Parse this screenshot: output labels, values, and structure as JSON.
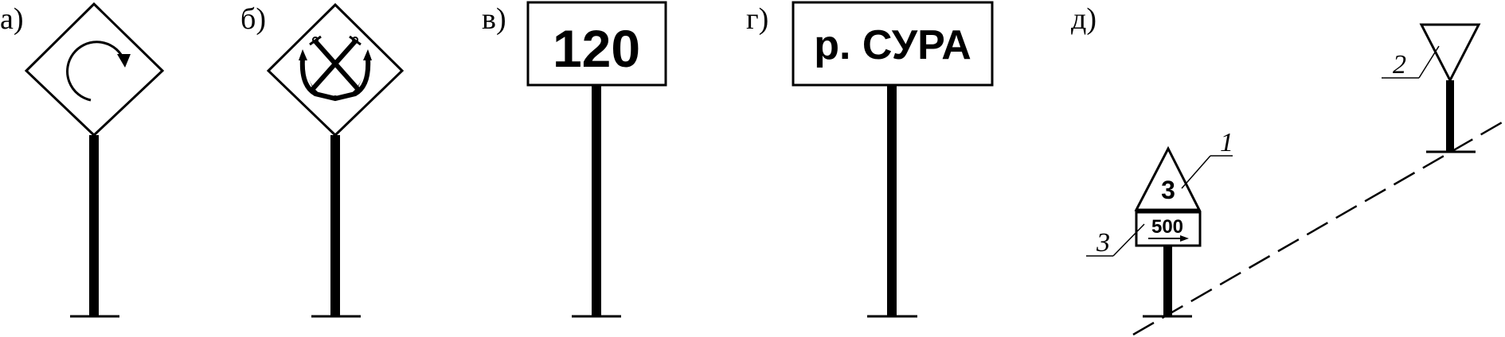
{
  "panels": {
    "a": {
      "letter": "а)"
    },
    "b": {
      "letter": "б)"
    },
    "v": {
      "letter": "в)",
      "sign_text": "120"
    },
    "g": {
      "letter": "г)",
      "sign_text": "р. СУРА"
    },
    "d": {
      "letter": "д)",
      "triangle_number": "3",
      "distance_text": "500",
      "callouts": [
        "1",
        "2",
        "3"
      ]
    }
  },
  "icons": {
    "a": "circular-arrow-icon",
    "b": "crossed-anchors-icon",
    "d": "right-arrow-icon"
  }
}
